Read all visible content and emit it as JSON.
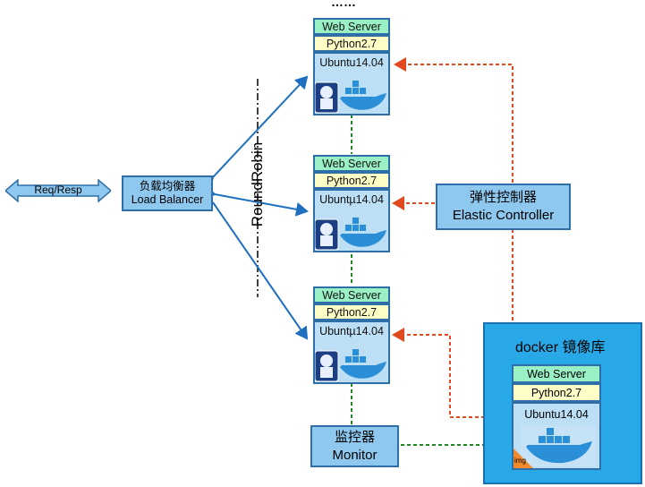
{
  "top_ellipsis": "……",
  "req_resp": "Req/Resp",
  "load_balancer": {
    "line1": "负载均衡器",
    "line2": "Load Balancer"
  },
  "round_robin": "RoundRobin",
  "server_stack": {
    "web": "Web Server",
    "python": "Python2.7",
    "os": "Ubuntu14.04"
  },
  "server_stack_alt": {
    "os": "Ubuntµ14.04"
  },
  "elastic_controller": {
    "line1": "弹性控制器",
    "line2": "Elastic Controller"
  },
  "monitor": {
    "line1": "监控器",
    "line2": "Monitor"
  },
  "docker_repo": {
    "title": "docker 镜像库",
    "img_tag": "img"
  },
  "colors": {
    "arrow_blue": "#1f6fc0",
    "arrow_red": "#e0491e",
    "arrow_green": "#1f8a1f",
    "box_blue": "#8fc8ef",
    "docker_bg": "#29a8e8"
  }
}
